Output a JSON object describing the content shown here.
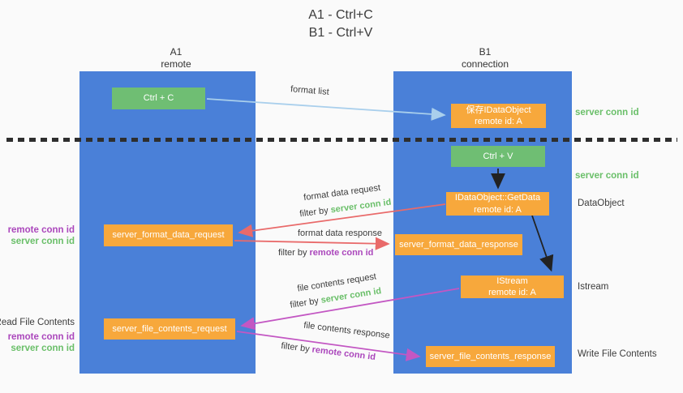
{
  "title": {
    "line1": "A1 - Ctrl+C",
    "line2": "B1 - Ctrl+V"
  },
  "columns": {
    "left": {
      "name": "A1",
      "role": "remote"
    },
    "right": {
      "name": "B1",
      "role": "connection"
    }
  },
  "nodes": {
    "ctrl_c": "Ctrl + C",
    "ctrl_v": "Ctrl + V",
    "save_dataobject": {
      "line1": "保存IDataObject",
      "line2": "remote id: A"
    },
    "getdata": {
      "line1": "IDataObject::GetData",
      "line2": "remote id: A"
    },
    "istream": {
      "line1": "IStream",
      "line2": "remote id: A"
    },
    "server_format_data_request": "server_format_data_request",
    "server_format_data_response": "server_format_data_response",
    "server_file_contents_request": "server_file_contents_request",
    "server_file_contents_response": "server_file_contents_response"
  },
  "labels": {
    "format_list": "format list",
    "filter_by": "filter by ",
    "server_conn_id": "server conn id",
    "remote_conn_id": "remote conn id",
    "format_data_request": "format data request",
    "format_data_response": "format data response",
    "file_contents_request": "file contents request",
    "file_contents_response": "file contents response",
    "read_file_contents": "Read File Contents",
    "write_file_contents": "Write File Contents",
    "dataobject": "DataObject",
    "istream": "Istream"
  },
  "colors": {
    "column_blue": "#4a80d8",
    "box_green": "#6fbe73",
    "box_orange": "#f7a83c",
    "arrow_blue": "#a9cfec",
    "arrow_red": "#e96a6a",
    "arrow_magenta": "#c357c3",
    "arrow_black": "#222222",
    "label_green": "#6abf69",
    "label_purple": "#ab47bc",
    "dash_dark": "#2e2e2e"
  }
}
